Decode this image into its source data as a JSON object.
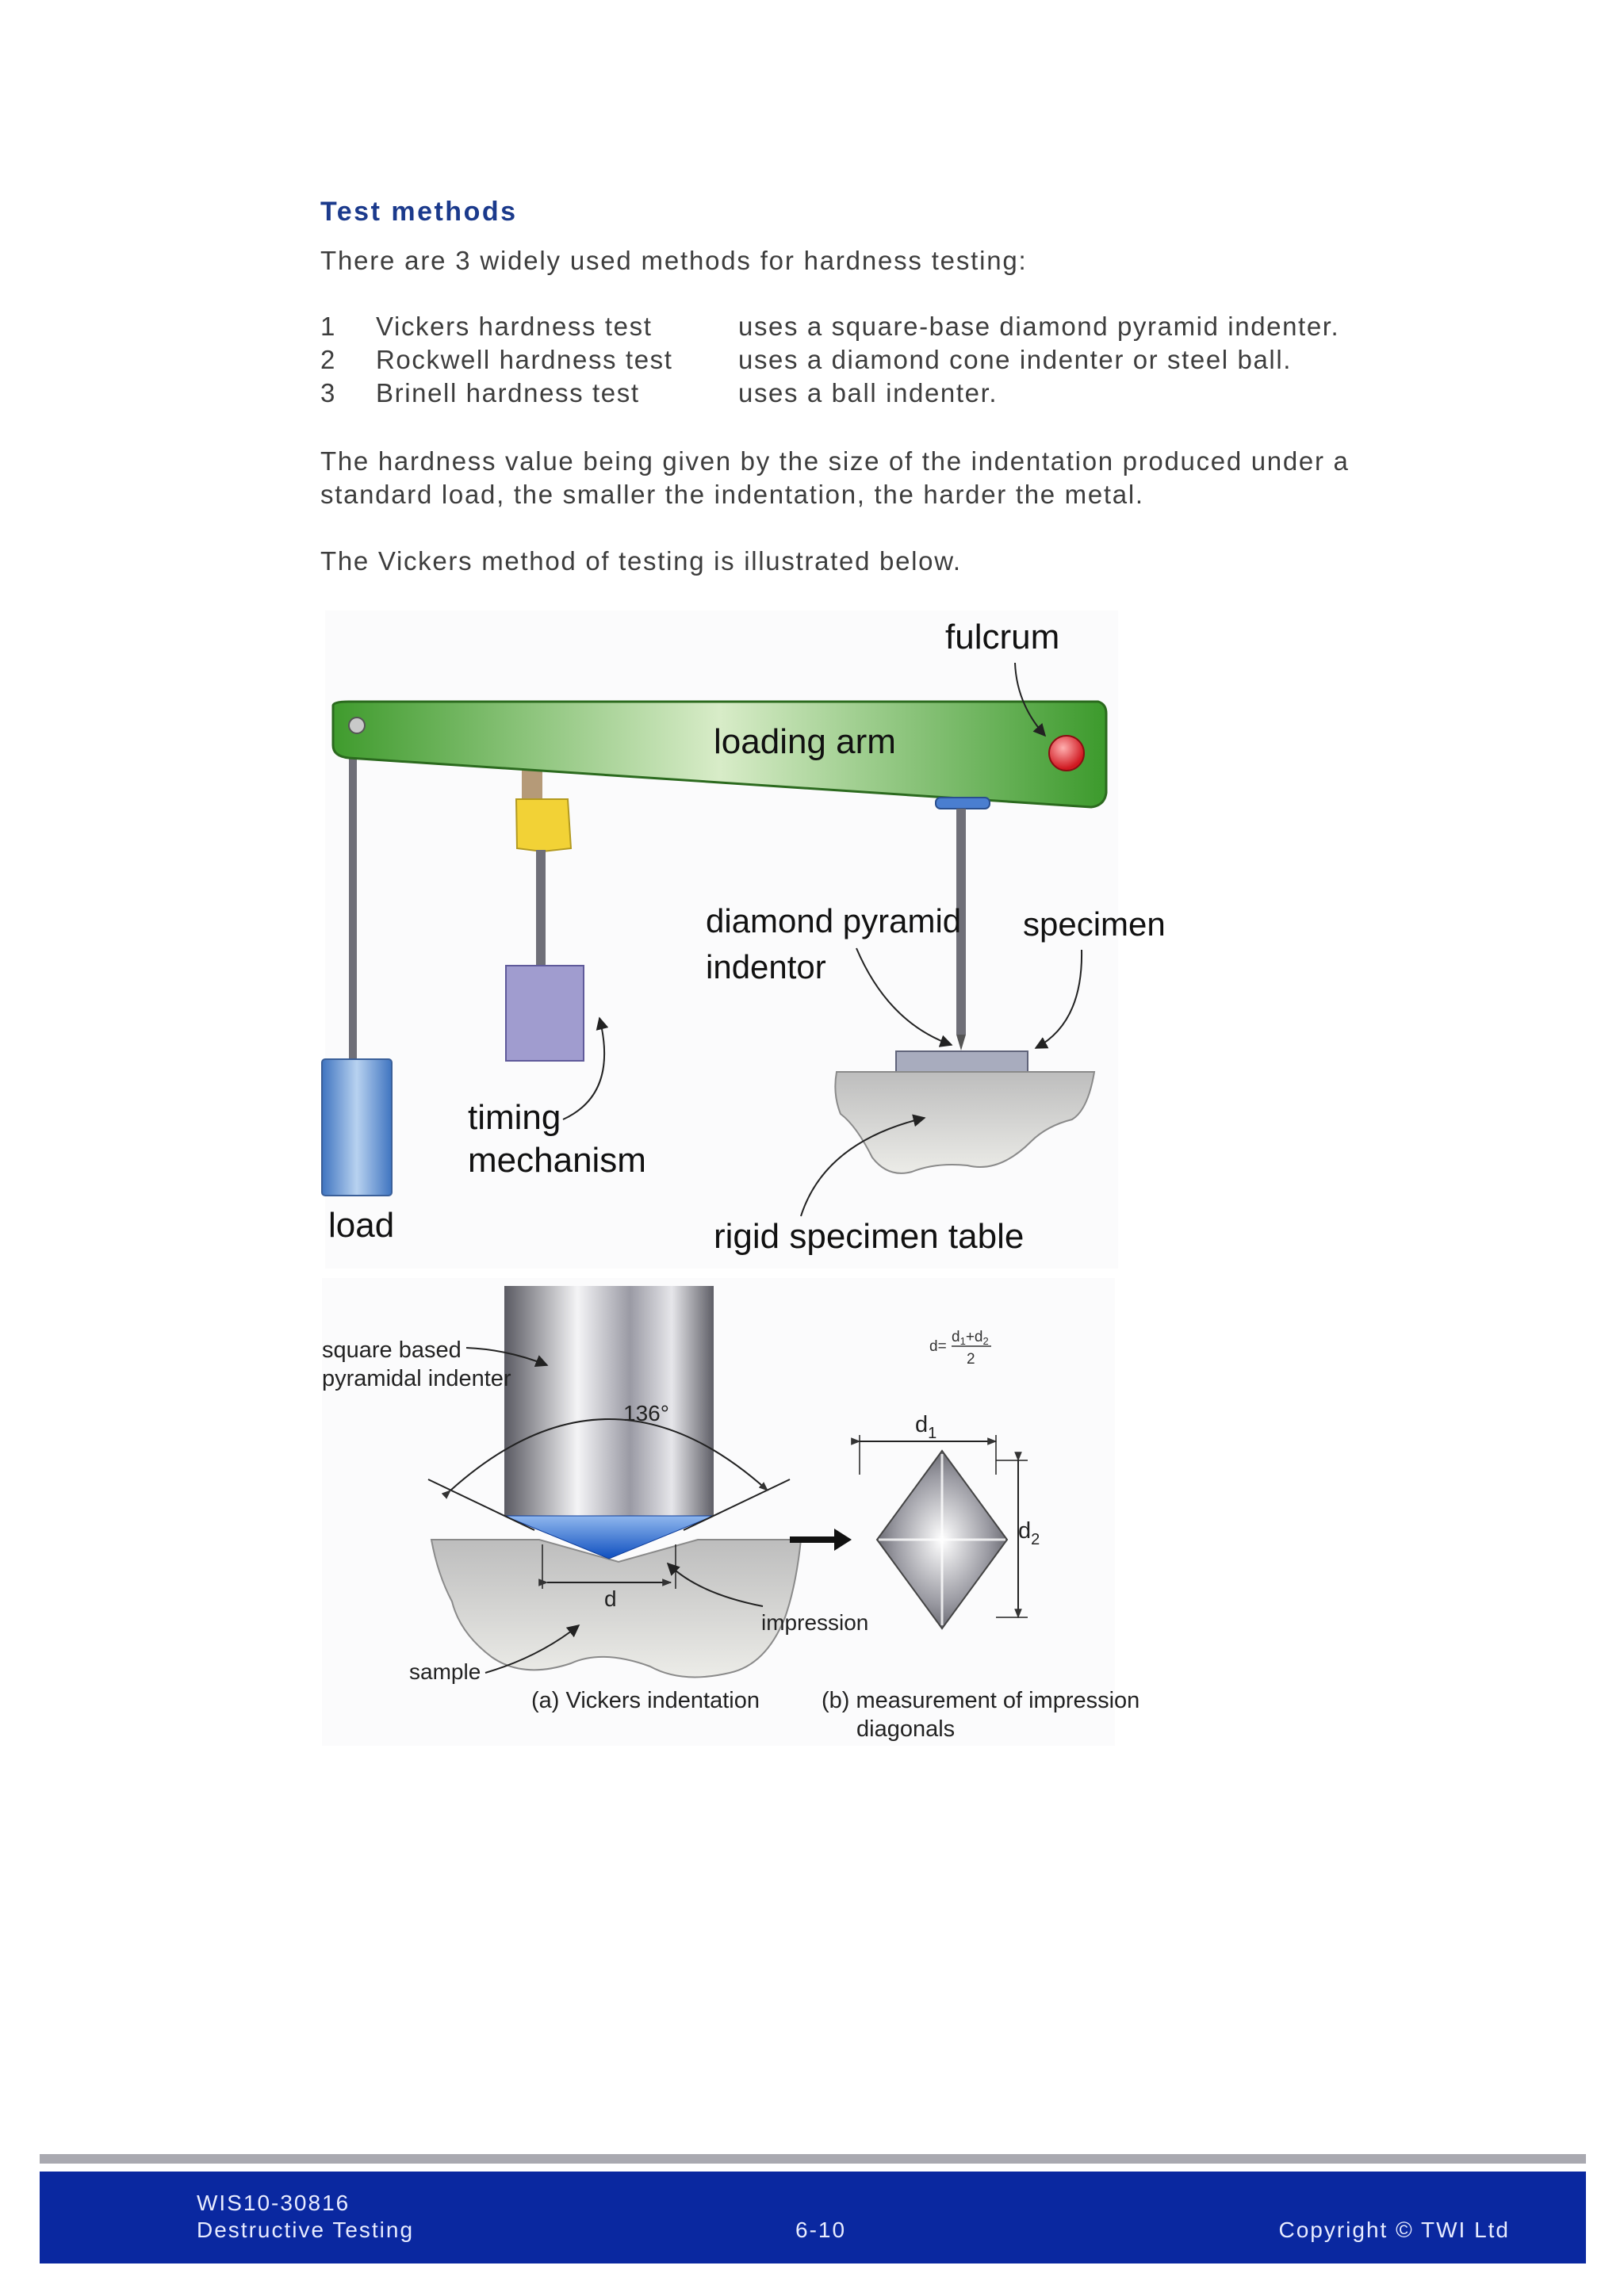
{
  "heading": "Test methods",
  "intro": "There are 3 widely used methods for hardness testing:",
  "methods": [
    {
      "number": "1",
      "name": "Vickers hardness test",
      "description": "uses a square-base diamond pyramid indenter."
    },
    {
      "number": "2",
      "name": "Rockwell hardness test",
      "description": "uses a diamond cone indenter or steel ball."
    },
    {
      "number": "3",
      "name": "Brinell hardness test",
      "description": "uses a ball indenter."
    }
  ],
  "paragraphs": {
    "hardness_value": "The hardness value being given by the size of the indentation produced under a standard load, the smaller the indentation, the harder the metal.",
    "vickers_intro": "The Vickers method of testing is illustrated below."
  },
  "figure": {
    "top_labels": {
      "fulcrum": "fulcrum",
      "loading_arm": "loading arm",
      "diamond_line1": "diamond pyramid",
      "diamond_line2": "indentor",
      "specimen": "specimen",
      "timing_line1": "timing",
      "timing_line2": "mechanism",
      "load": "load",
      "table": "rigid specimen table"
    },
    "bottom_labels": {
      "indenter_line1": "square based",
      "indenter_line2": "pyramidal indenter",
      "angle": "136°",
      "d": "d",
      "impression": "impression",
      "sample": "sample",
      "caption_a": "(a)  Vickers indentation",
      "caption_b_line1": "(b)  measurement of impression",
      "caption_b_line2": "diagonals",
      "d1": "d",
      "d1_sub": "1",
      "d2": "d",
      "d2_sub": "2",
      "formula_lhs": "d=",
      "formula_num": "d",
      "formula_num_sub1": "1",
      "formula_plus": "+d",
      "formula_num_sub2": "2",
      "formula_den": "2"
    },
    "colors": {
      "arm_green": "#3c9a2c",
      "load_blue": "#4f86cc",
      "timing_purple": "#9e9ccc",
      "fulcrum_red": "#d8202a",
      "indenter_blue": "#1f5fc4"
    }
  },
  "footer": {
    "ref": "WIS10-30816",
    "section": "Destructive Testing",
    "page": "6-10",
    "copyright": "Copyright ©  TWI Ltd"
  }
}
